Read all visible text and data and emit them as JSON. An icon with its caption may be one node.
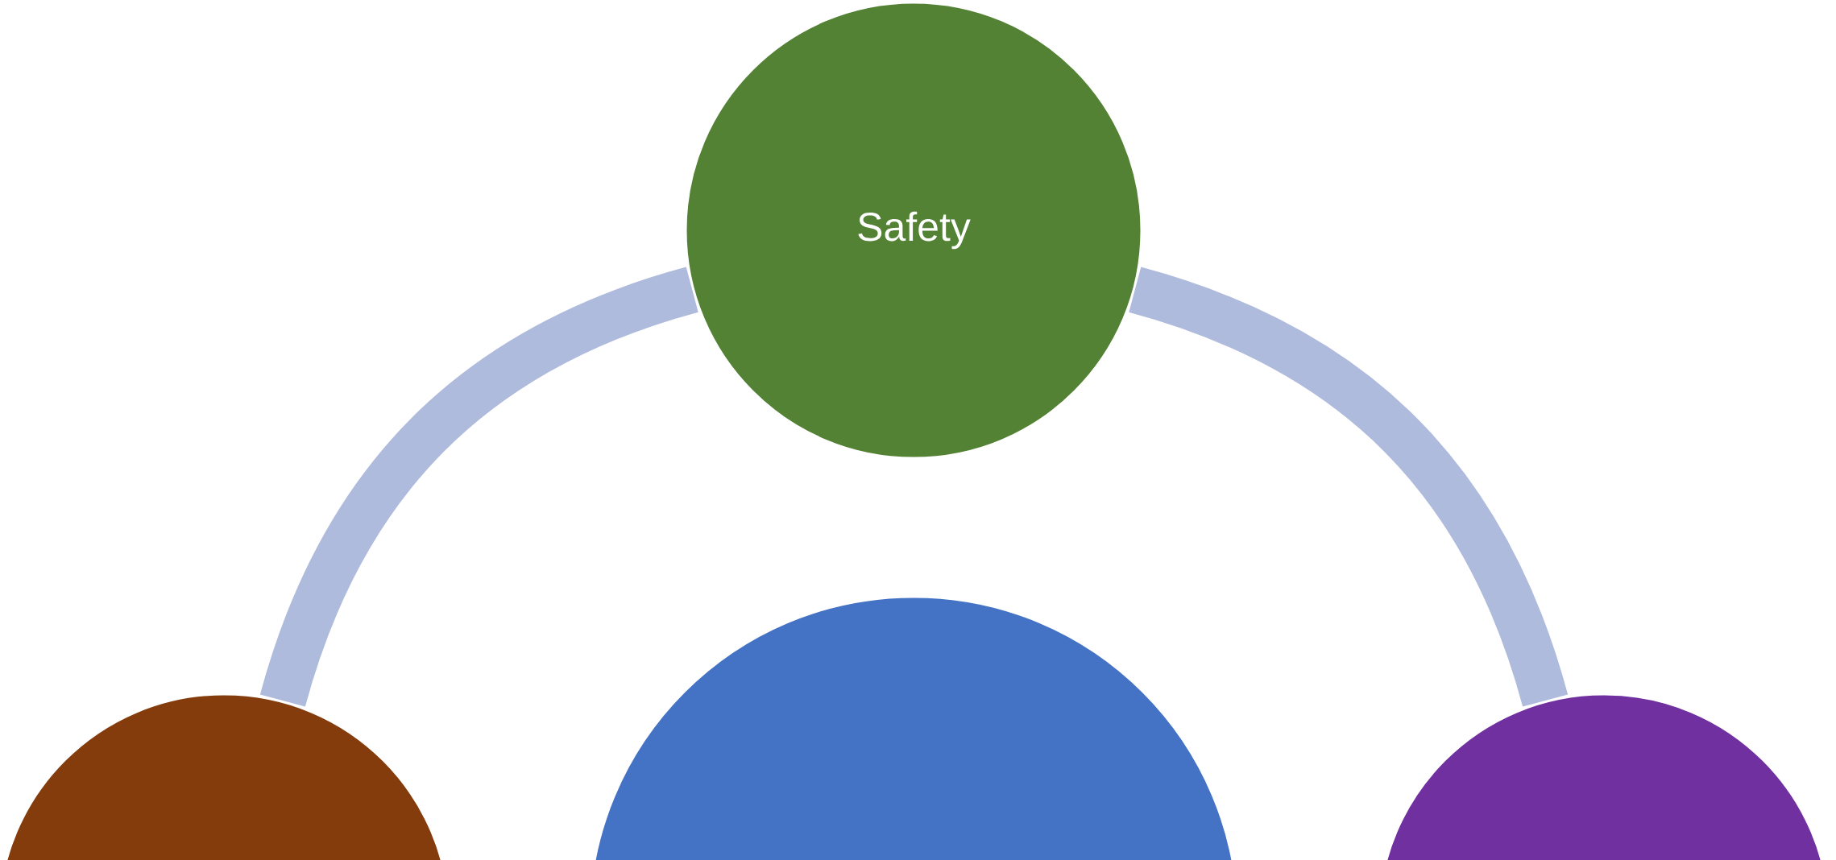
{
  "diagram": {
    "nodes": [
      {
        "text": [
          "Safety"
        ]
      },
      {
        "text": [],
        "shape": "circle"
      },
      {
        "text": [],
        "shape": "circle"
      },
      {
        "text": [],
        "shape": "circle"
      }
    ],
    "edges": [
      {
        "from": 0,
        "to": 1,
        "arrow": "none"
      },
      {
        "from": 0,
        "to": 3,
        "arrow": "none"
      }
    ]
  }
}
